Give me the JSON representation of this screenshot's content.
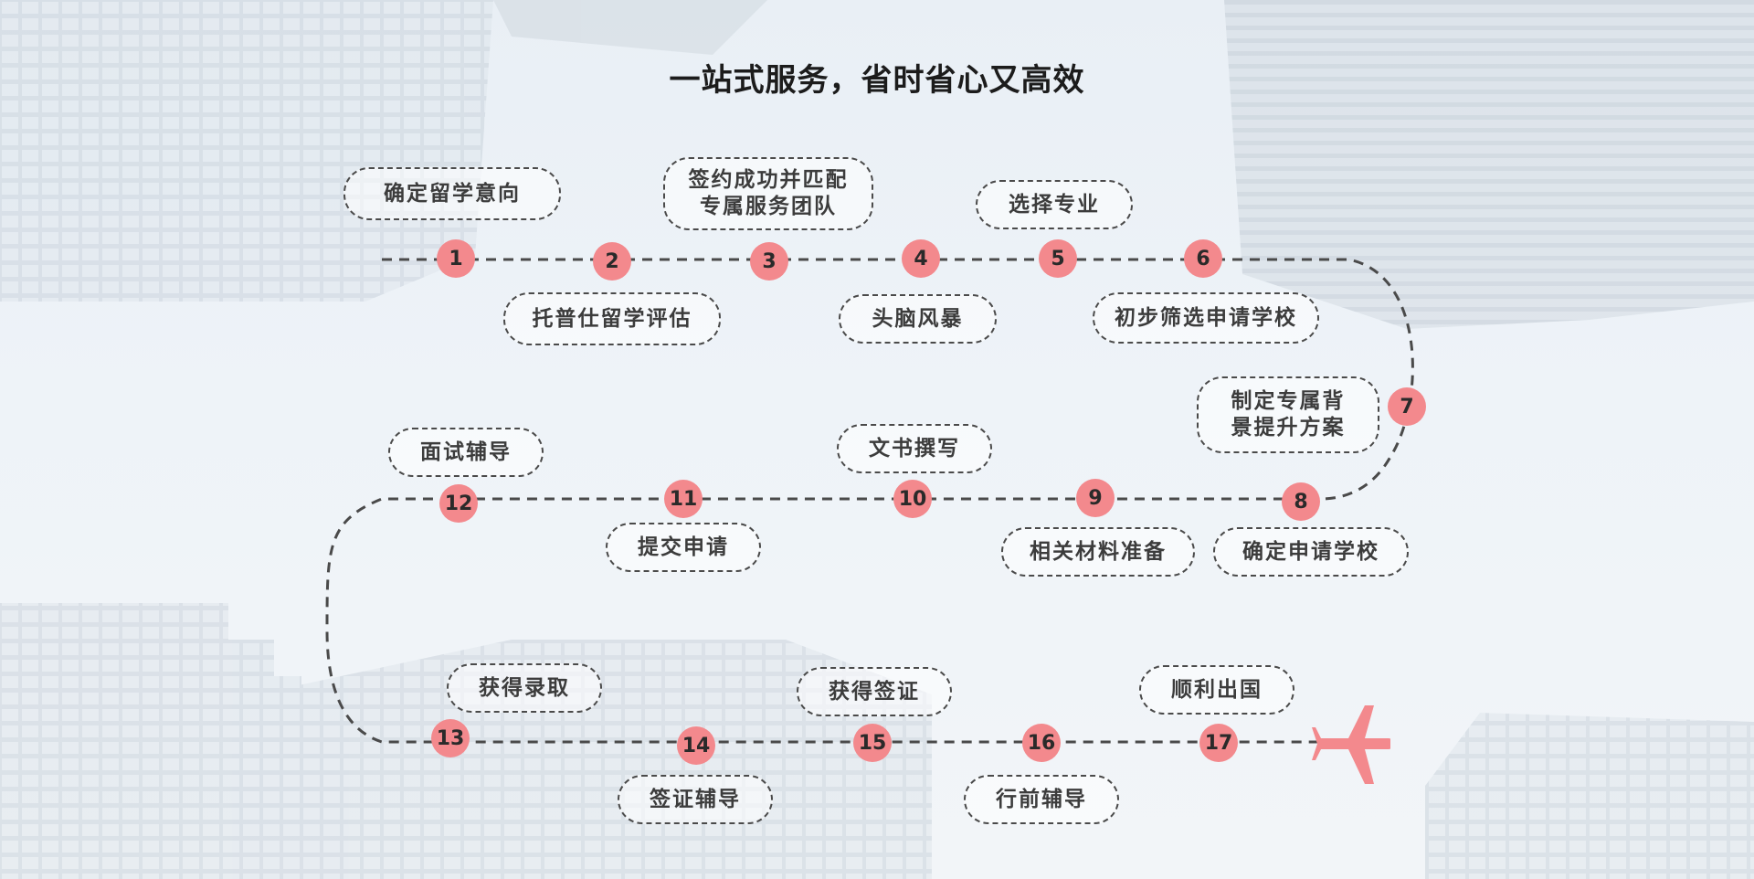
{
  "title": "一站式服务，省时省心又高效",
  "colors": {
    "accent": "#f3898d",
    "line": "#4a4a4a",
    "text": "#3c3c3c"
  },
  "steps": [
    {
      "number": "1",
      "label": "确定留学意向"
    },
    {
      "number": "2",
      "label": "托普仕留学评估"
    },
    {
      "number": "3",
      "label": "签约成功并匹配\n专属服务团队"
    },
    {
      "number": "4",
      "label": "头脑风暴"
    },
    {
      "number": "5",
      "label": "选择专业"
    },
    {
      "number": "6",
      "label": "初步筛选申请学校"
    },
    {
      "number": "7",
      "label": "制定专属背\n景提升方案"
    },
    {
      "number": "8",
      "label": "确定申请学校"
    },
    {
      "number": "9",
      "label": "相关材料准备"
    },
    {
      "number": "10",
      "label": "文书撰写"
    },
    {
      "number": "11",
      "label": "提交申请"
    },
    {
      "number": "12",
      "label": "面试辅导"
    },
    {
      "number": "13",
      "label": "获得录取"
    },
    {
      "number": "14",
      "label": "签证辅导"
    },
    {
      "number": "15",
      "label": "获得签证"
    },
    {
      "number": "16",
      "label": "行前辅导"
    },
    {
      "number": "17",
      "label": "顺利出国"
    }
  ],
  "end_icon": "airplane-icon"
}
